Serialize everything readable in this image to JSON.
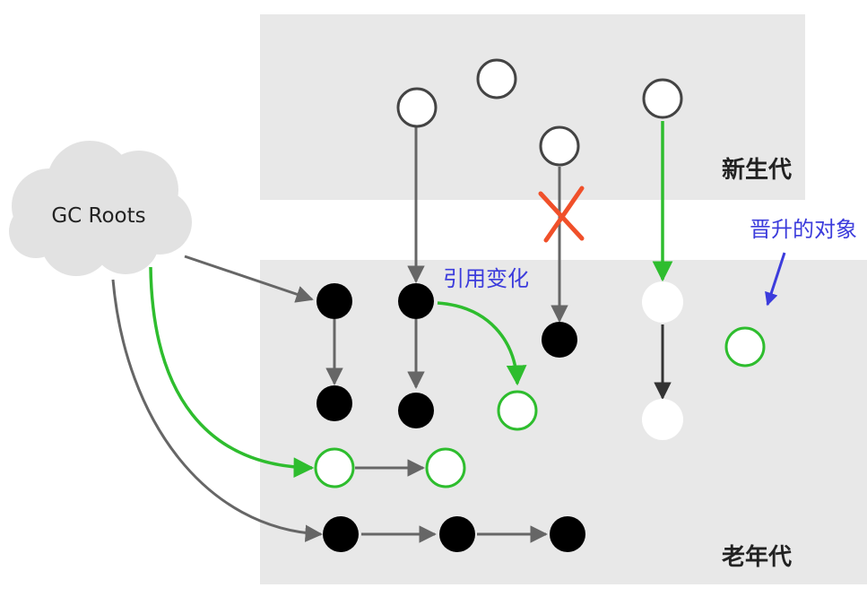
{
  "regions": {
    "young_generation": "新生代",
    "old_generation": "老年代"
  },
  "gc_roots": "GC Roots",
  "annotations": {
    "reference_change": "引用变化",
    "promoted_object": "晋升的对象"
  },
  "colors": {
    "region_fill": "#e8e8e8",
    "cloud_fill": "#e2e2e2",
    "reference_arrow": "#666666",
    "new_reference": "#2ebd2e",
    "reachable_object": "#000000",
    "annotation_text": "#3c3cdc",
    "removed_marker": "#f0502a"
  }
}
